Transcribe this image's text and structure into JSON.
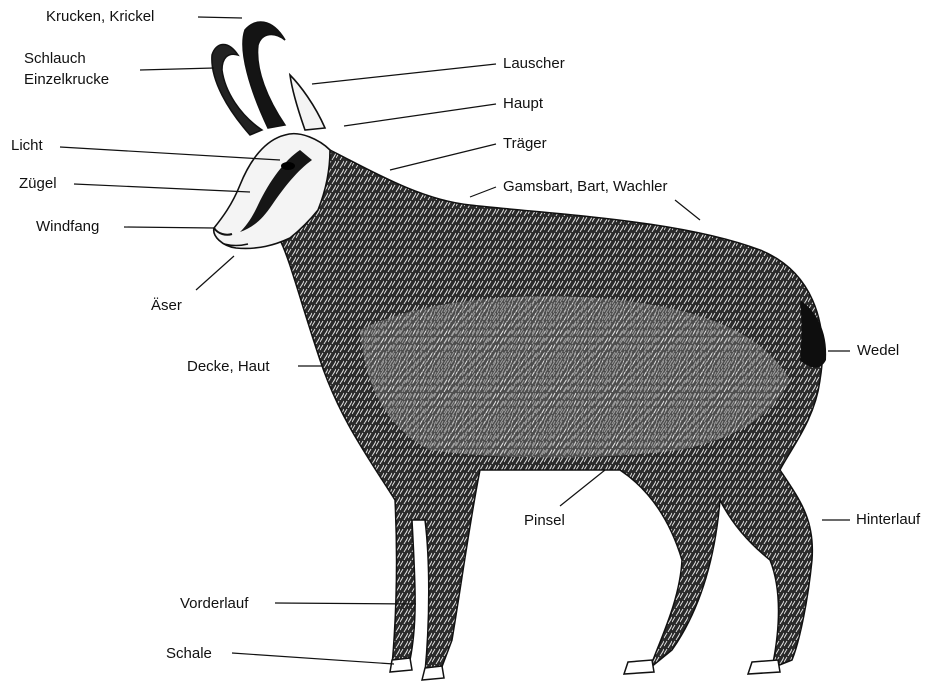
{
  "labels": {
    "krucken": "Krucken, Krickel",
    "schlauch": "Schlauch",
    "einzelkrucke": "Einzelkrucke",
    "licht": "Licht",
    "zuegel": "Zügel",
    "windfang": "Windfang",
    "aeser": "Äser",
    "decke": "Decke, Haut",
    "vorderlauf": "Vorderlauf",
    "schale": "Schale",
    "lauscher": "Lauscher",
    "haupt": "Haupt",
    "traeger": "Träger",
    "gamsbart": "Gamsbart, Bart, Wachler",
    "wedel": "Wedel",
    "pinsel": "Pinsel",
    "hinterlauf": "Hinterlauf"
  },
  "colors": {
    "ink": "#111111",
    "fur_dark": "#1a1a1a",
    "fur_mid": "#555555",
    "background": "#ffffff"
  }
}
